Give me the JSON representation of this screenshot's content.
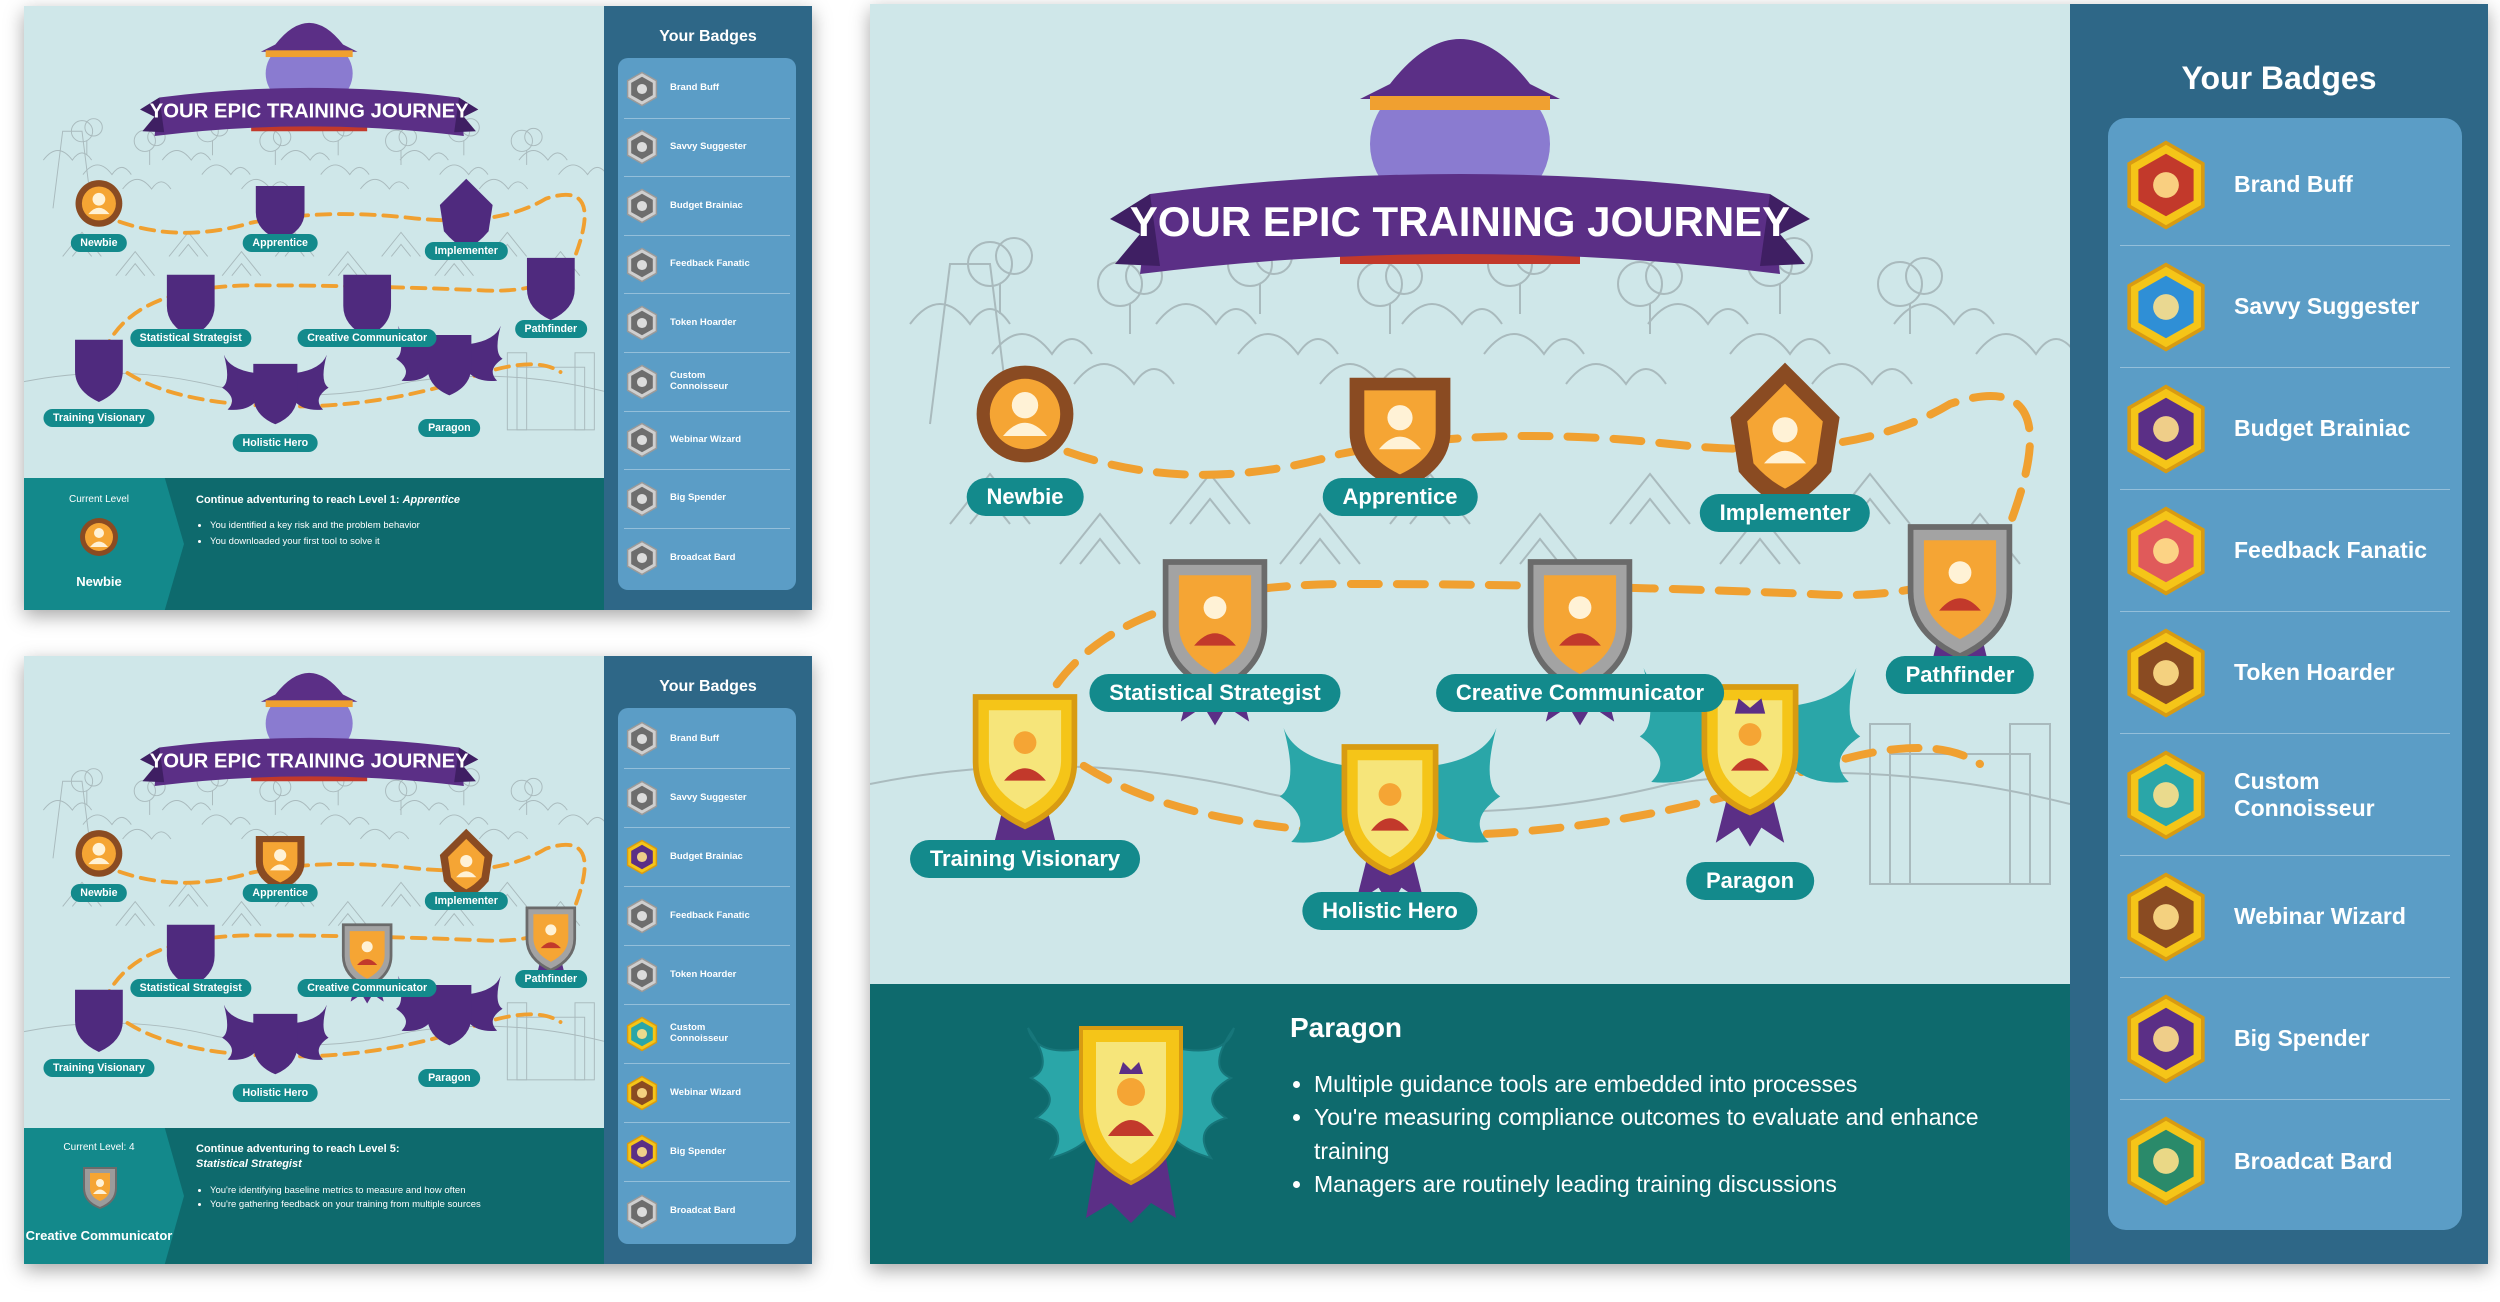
{
  "title": "YOUR EPIC TRAINING JOURNEY",
  "sidebar_title": "Your Badges",
  "badges": [
    {
      "name": "Brand Buff",
      "icon": "muscle-icon"
    },
    {
      "name": "Savvy Suggester",
      "icon": "lightbulb-icon"
    },
    {
      "name": "Budget Brainiac",
      "icon": "brain-chart-icon"
    },
    {
      "name": "Feedback Fanatic",
      "icon": "megaphone-icon"
    },
    {
      "name": "Token Hoarder",
      "icon": "treasure-chest-icon"
    },
    {
      "name": "Custom Connoisseur",
      "icon": "paint-brush-icon"
    },
    {
      "name": "Webinar Wizard",
      "icon": "wizard-icon"
    },
    {
      "name": "Big Spender",
      "icon": "coin-hand-icon"
    },
    {
      "name": "Broadcat Bard",
      "icon": "lute-icon"
    }
  ],
  "levels": [
    "Newbie",
    "Apprentice",
    "Implementer",
    "Statistical Strategist",
    "Creative Communicator",
    "Pathfinder",
    "Training Visionary",
    "Holistic Hero",
    "Paragon"
  ],
  "panel1": {
    "current_level_label": "Current Level",
    "current_level_name": "Newbie",
    "heading_prefix": "Continue adventuring to reach Level 1: ",
    "heading_level": "Apprentice",
    "bullets": [
      "You identified a key risk and the problem behavior",
      "You downloaded your first tool to solve it"
    ]
  },
  "panel2": {
    "current_level_label": "Current Level: 4",
    "current_level_name": "Creative Communicator",
    "heading_prefix": "Continue adventuring to reach Level 5:",
    "heading_level": "Statistical Strategist",
    "bullets": [
      "You're identifying baseline metrics to measure and how often",
      "You're gathering feedback on your training from multiple sources"
    ]
  },
  "panel3": {
    "level_name": "Paragon",
    "bullets": [
      "Multiple guidance tools are embedded into processes",
      "You're measuring compliance outcomes to evaluate and enhance training",
      "Managers are routinely leading training discussions"
    ]
  },
  "colors": {
    "teal": "#138a8c",
    "dark_teal": "#0e6a6d",
    "sidebar": "#2e6787",
    "badge_box": "#5b9dc6",
    "map_bg": "#cfe7e9",
    "banner": "#5b2f86",
    "path": "#f0a030",
    "locked": "#4f2a7e",
    "gold": "#f5c518"
  }
}
